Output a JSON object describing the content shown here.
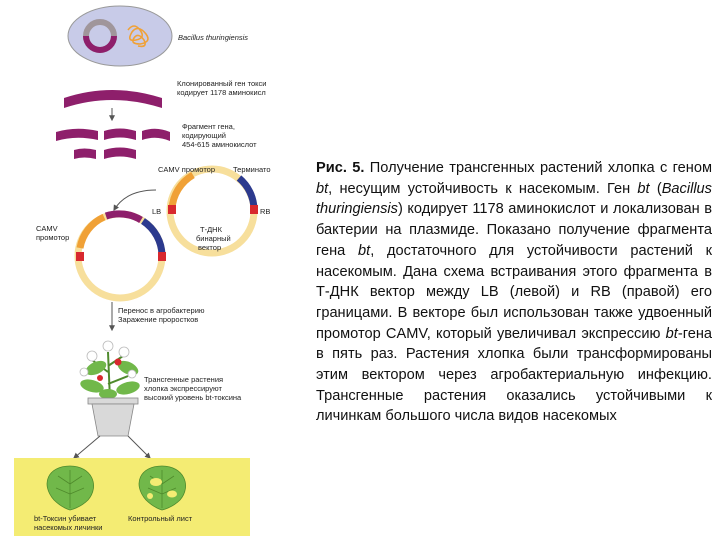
{
  "figure": {
    "bacterium_label": "Bacillus thuringiensis",
    "cloned_gene_label": [
      "Клонированный ген токси",
      "кодирует 1178 аминокисл"
    ],
    "fragment_label": [
      "Фрагмент гена,",
      "кодирующий",
      "454-615 аминокислот"
    ],
    "promoter_top_label": "CAMV промотор",
    "terminator_label": "Терминато",
    "lb_label": "LB",
    "rb_label": "RB",
    "binary_vector_label": [
      "Т-ДНК",
      "бинарный",
      "вектор"
    ],
    "promoter_left_label": [
      "CAMV",
      "промотор"
    ],
    "transfer_label": [
      "Перенос в агробактерию",
      "Заражение проростков"
    ],
    "transgenic_label": [
      "Трансгенные растения",
      "хлопка экспрессируют",
      "высокий уровень bt-токсина"
    ],
    "leaf_left_label": [
      "bt-Токсин убивает",
      "насекомых личинки"
    ],
    "leaf_right_label": "Контрольный лист",
    "colors": {
      "magenta": "#8e1f6b",
      "orange": "#f0a136",
      "navy": "#2c3a8e",
      "cream": "#f7df9c",
      "red": "#d8282e",
      "cell_fill": "#c8cbe8",
      "leaf_bg": "#f4ec73",
      "leaf_green": "#71b84a",
      "pot": "#d9d9d9"
    }
  },
  "caption": {
    "prefix": "Рис. 5.",
    "segments": [
      {
        "t": " Получение трансгенных растений хлопка с геном ",
        "s": ""
      },
      {
        "t": "bt",
        "s": "i"
      },
      {
        "t": ", несущим устойчивость к насекомым. Ген ",
        "s": ""
      },
      {
        "t": "bt",
        "s": "i"
      },
      {
        "t": " (",
        "s": ""
      },
      {
        "t": "Bacillus thuringiensis",
        "s": "i"
      },
      {
        "t": ") кодирует 1178 аминокислот и локализован в бактерии на плазмиде. Показано получение фрагмента гена ",
        "s": ""
      },
      {
        "t": "bt",
        "s": "i"
      },
      {
        "t": ", достаточного для устойчивости растений к насекомым. Дана схема встраивания этого фрагмента в Т-ДНК вектор между LB (левой) и RB (правой) его границами. В векторе был использован также удвоенный промотор CAMV, который увеличивал экспрессию ",
        "s": ""
      },
      {
        "t": "bt",
        "s": "i"
      },
      {
        "t": "-гена в пять раз. Растения хлопка были трансформированы этим вектором через агробактериальную инфекцию. Трансгенные растения оказались устойчивыми к личинкам большого числа видов насекомых",
        "s": ""
      }
    ]
  }
}
